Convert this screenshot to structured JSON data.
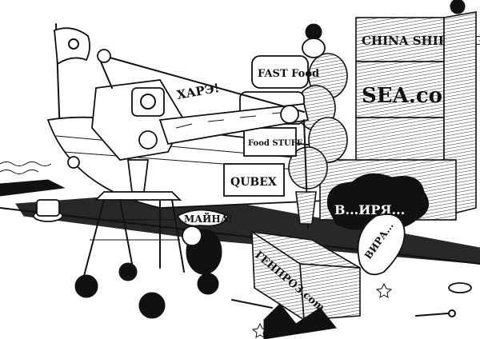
{
  "illustration": {
    "style": "black-and-white ink cartoon",
    "speech": {
      "operator": "ХАРЭ!",
      "worker": "МАЙНА!",
      "dark_cloud": "В...ИРЯ...",
      "smoke_cloud": "ВИРА..."
    },
    "labels": {
      "fast_food": "FAST Food",
      "food_stuff": "Food STUFF",
      "qubex": "QUBEX",
      "china_shipping": "CHINA SHIPPING",
      "sea_com": "SEA.com",
      "crate": "ГЕНПРОЗ.com"
    },
    "colors": {
      "ink": "#111111",
      "paper": "#ffffff"
    }
  }
}
